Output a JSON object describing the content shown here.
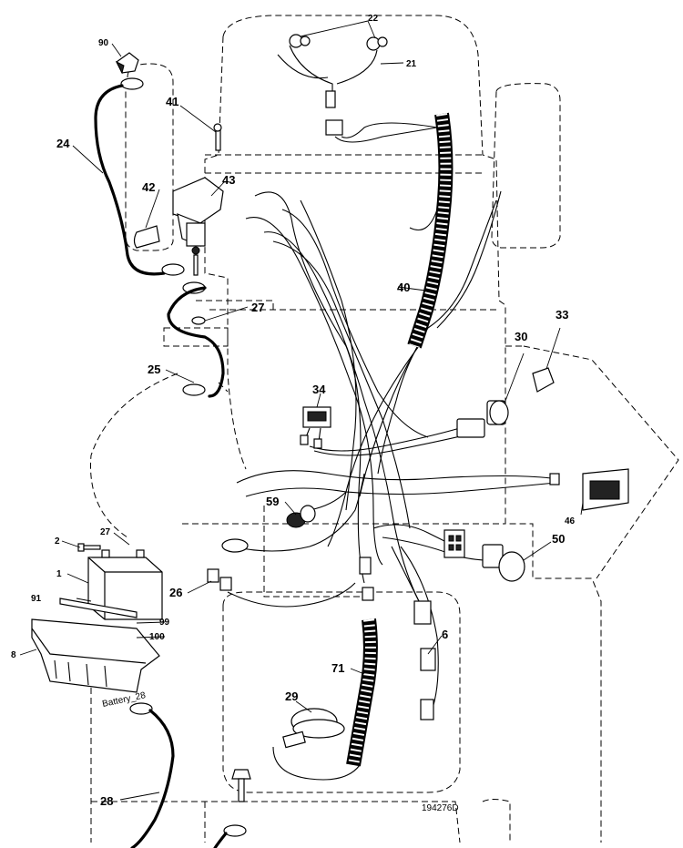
{
  "callouts": {
    "c22": "22",
    "c21": "21",
    "c90": "90",
    "c41": "41",
    "c24": "24",
    "c42": "42",
    "c43": "43",
    "c40": "40",
    "c27a": "27",
    "c25": "25",
    "c34": "34",
    "c33": "33",
    "c30": "30",
    "c59": "59",
    "c46": "46",
    "c2": "2",
    "c27b": "27",
    "c1": "1",
    "c50": "50",
    "c26": "26",
    "c91": "91",
    "c99": "99",
    "c100": "100",
    "c8": "8",
    "c6": "6",
    "c71": "71",
    "c29": "29",
    "c28": "28"
  },
  "battery_caption": "Battery_28",
  "drawing_number": "194276D"
}
